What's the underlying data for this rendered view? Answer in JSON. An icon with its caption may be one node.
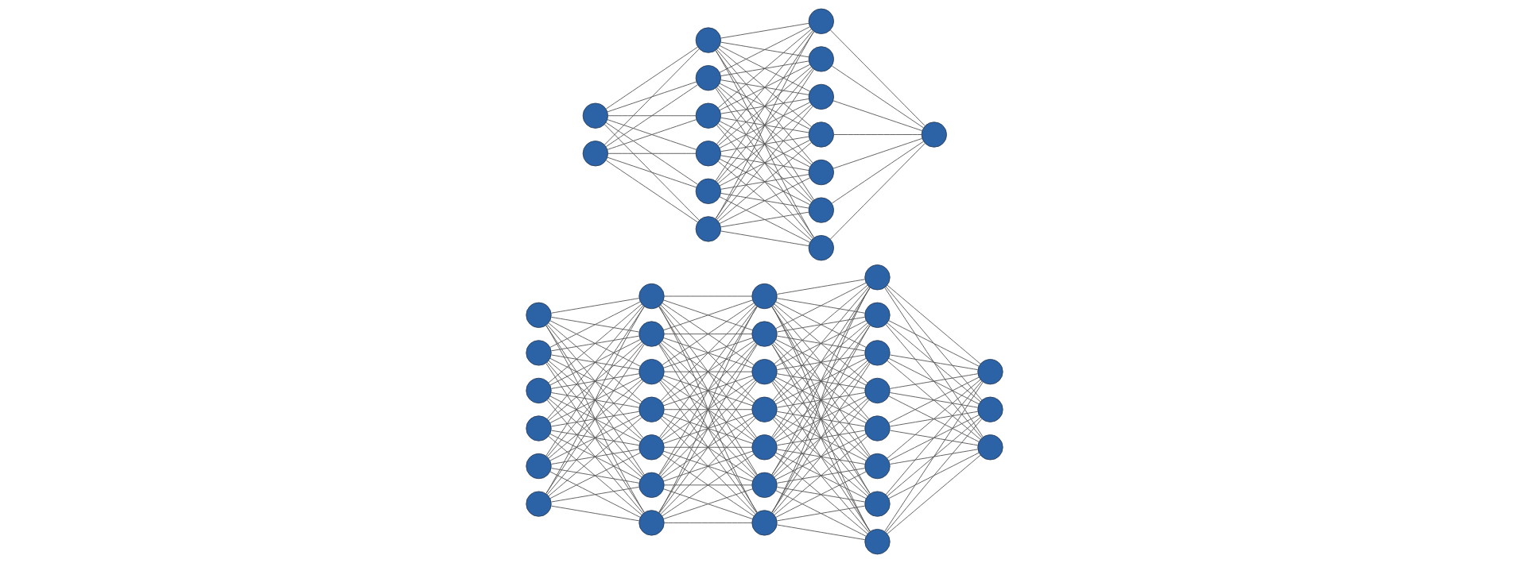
{
  "diagram": {
    "nodes": [
      {
        "text": [],
        "shape": "circle"
      },
      {
        "text": [],
        "shape": "circle"
      },
      {
        "text": [],
        "shape": "circle"
      },
      {
        "text": [],
        "shape": "circle"
      },
      {
        "text": [],
        "shape": "circle"
      },
      {
        "text": [],
        "shape": "circle"
      },
      {
        "text": [],
        "shape": "circle"
      },
      {
        "text": [],
        "shape": "circle"
      },
      {
        "text": [],
        "shape": "circle"
      },
      {
        "text": [],
        "shape": "circle"
      },
      {
        "text": [],
        "shape": "circle"
      },
      {
        "text": [],
        "shape": "circle"
      },
      {
        "text": [],
        "shape": "circle"
      },
      {
        "text": [],
        "shape": "circle"
      },
      {
        "text": [],
        "shape": "circle"
      },
      {
        "text": [],
        "shape": "circle"
      },
      {
        "text": [],
        "shape": "circle"
      },
      {
        "text": [],
        "shape": "circle"
      },
      {
        "text": [],
        "shape": "circle"
      },
      {
        "text": [],
        "shape": "circle"
      },
      {
        "text": [],
        "shape": "circle"
      },
      {
        "text": [],
        "shape": "circle"
      },
      {
        "text": [],
        "shape": "circle"
      },
      {
        "text": [],
        "shape": "circle"
      },
      {
        "text": [],
        "shape": "circle"
      },
      {
        "text": [],
        "shape": "circle"
      },
      {
        "text": [],
        "shape": "circle"
      },
      {
        "text": [],
        "shape": "circle"
      },
      {
        "text": [],
        "shape": "circle"
      },
      {
        "text": [],
        "shape": "circle"
      },
      {
        "text": [],
        "shape": "circle"
      },
      {
        "text": [],
        "shape": "circle"
      },
      {
        "text": [],
        "shape": "circle"
      },
      {
        "text": [],
        "shape": "circle"
      },
      {
        "text": [],
        "shape": "circle"
      },
      {
        "text": [],
        "shape": "circle"
      },
      {
        "text": [],
        "shape": "circle"
      },
      {
        "text": [],
        "shape": "circle"
      },
      {
        "text": [],
        "shape": "circle"
      },
      {
        "text": [],
        "shape": "circle"
      },
      {
        "text": [],
        "shape": "circle"
      },
      {
        "text": [],
        "shape": "circle"
      },
      {
        "text": [],
        "shape": "circle"
      },
      {
        "text": [],
        "shape": "circle"
      },
      {
        "text": [],
        "shape": "circle"
      },
      {
        "text": [],
        "shape": "circle"
      },
      {
        "text": [],
        "shape": "circle"
      }
    ],
    "edges": [
      {
        "from": 0,
        "to": 2,
        "arrow": "none"
      },
      {
        "from": 0,
        "to": 3,
        "arrow": "none"
      },
      {
        "from": 0,
        "to": 4,
        "arrow": "none"
      },
      {
        "from": 0,
        "to": 5,
        "arrow": "none"
      },
      {
        "from": 0,
        "to": 6,
        "arrow": "none"
      },
      {
        "from": 0,
        "to": 7,
        "arrow": "none"
      },
      {
        "from": 1,
        "to": 2,
        "arrow": "none"
      },
      {
        "from": 1,
        "to": 3,
        "arrow": "none"
      },
      {
        "from": 1,
        "to": 4,
        "arrow": "none"
      },
      {
        "from": 1,
        "to": 5,
        "arrow": "none"
      },
      {
        "from": 1,
        "to": 6,
        "arrow": "none"
      },
      {
        "from": 1,
        "to": 7,
        "arrow": "none"
      },
      {
        "from": 2,
        "to": 8,
        "arrow": "none"
      },
      {
        "from": 2,
        "to": 9,
        "arrow": "none"
      },
      {
        "from": 2,
        "to": 10,
        "arrow": "none"
      },
      {
        "from": 2,
        "to": 11,
        "arrow": "none"
      },
      {
        "from": 2,
        "to": 12,
        "arrow": "none"
      },
      {
        "from": 2,
        "to": 13,
        "arrow": "none"
      },
      {
        "from": 2,
        "to": 14,
        "arrow": "none"
      },
      {
        "from": 3,
        "to": 8,
        "arrow": "none"
      },
      {
        "from": 3,
        "to": 9,
        "arrow": "none"
      },
      {
        "from": 3,
        "to": 10,
        "arrow": "none"
      },
      {
        "from": 3,
        "to": 11,
        "arrow": "none"
      },
      {
        "from": 3,
        "to": 12,
        "arrow": "none"
      },
      {
        "from": 3,
        "to": 13,
        "arrow": "none"
      },
      {
        "from": 3,
        "to": 14,
        "arrow": "none"
      },
      {
        "from": 4,
        "to": 8,
        "arrow": "none"
      },
      {
        "from": 4,
        "to": 9,
        "arrow": "none"
      },
      {
        "from": 4,
        "to": 10,
        "arrow": "none"
      },
      {
        "from": 4,
        "to": 11,
        "arrow": "none"
      },
      {
        "from": 4,
        "to": 12,
        "arrow": "none"
      },
      {
        "from": 4,
        "to": 13,
        "arrow": "none"
      },
      {
        "from": 4,
        "to": 14,
        "arrow": "none"
      },
      {
        "from": 5,
        "to": 8,
        "arrow": "none"
      },
      {
        "from": 5,
        "to": 9,
        "arrow": "none"
      },
      {
        "from": 5,
        "to": 10,
        "arrow": "none"
      },
      {
        "from": 5,
        "to": 11,
        "arrow": "none"
      },
      {
        "from": 5,
        "to": 12,
        "arrow": "none"
      },
      {
        "from": 5,
        "to": 13,
        "arrow": "none"
      },
      {
        "from": 5,
        "to": 14,
        "arrow": "none"
      },
      {
        "from": 6,
        "to": 8,
        "arrow": "none"
      },
      {
        "from": 6,
        "to": 9,
        "arrow": "none"
      },
      {
        "from": 6,
        "to": 10,
        "arrow": "none"
      },
      {
        "from": 6,
        "to": 11,
        "arrow": "none"
      },
      {
        "from": 6,
        "to": 12,
        "arrow": "none"
      },
      {
        "from": 6,
        "to": 13,
        "arrow": "none"
      },
      {
        "from": 6,
        "to": 14,
        "arrow": "none"
      },
      {
        "from": 7,
        "to": 8,
        "arrow": "none"
      },
      {
        "from": 7,
        "to": 9,
        "arrow": "none"
      },
      {
        "from": 7,
        "to": 10,
        "arrow": "none"
      },
      {
        "from": 7,
        "to": 11,
        "arrow": "none"
      },
      {
        "from": 7,
        "to": 12,
        "arrow": "none"
      },
      {
        "from": 7,
        "to": 13,
        "arrow": "none"
      },
      {
        "from": 7,
        "to": 14,
        "arrow": "none"
      },
      {
        "from": 8,
        "to": 15,
        "arrow": "none"
      },
      {
        "from": 9,
        "to": 15,
        "arrow": "none"
      },
      {
        "from": 10,
        "to": 15,
        "arrow": "none"
      },
      {
        "from": 11,
        "to": 15,
        "arrow": "none"
      },
      {
        "from": 12,
        "to": 15,
        "arrow": "none"
      },
      {
        "from": 13,
        "to": 15,
        "arrow": "none"
      },
      {
        "from": 14,
        "to": 15,
        "arrow": "none"
      },
      {
        "from": 16,
        "to": 22,
        "arrow": "none"
      },
      {
        "from": 16,
        "to": 23,
        "arrow": "none"
      },
      {
        "from": 16,
        "to": 24,
        "arrow": "none"
      },
      {
        "from": 16,
        "to": 25,
        "arrow": "none"
      },
      {
        "from": 16,
        "to": 26,
        "arrow": "none"
      },
      {
        "from": 16,
        "to": 27,
        "arrow": "none"
      },
      {
        "from": 16,
        "to": 28,
        "arrow": "none"
      },
      {
        "from": 17,
        "to": 22,
        "arrow": "none"
      },
      {
        "from": 17,
        "to": 23,
        "arrow": "none"
      },
      {
        "from": 17,
        "to": 24,
        "arrow": "none"
      },
      {
        "from": 17,
        "to": 25,
        "arrow": "none"
      },
      {
        "from": 17,
        "to": 26,
        "arrow": "none"
      },
      {
        "from": 17,
        "to": 27,
        "arrow": "none"
      },
      {
        "from": 17,
        "to": 28,
        "arrow": "none"
      },
      {
        "from": 18,
        "to": 22,
        "arrow": "none"
      },
      {
        "from": 18,
        "to": 23,
        "arrow": "none"
      },
      {
        "from": 18,
        "to": 24,
        "arrow": "none"
      },
      {
        "from": 18,
        "to": 25,
        "arrow": "none"
      },
      {
        "from": 18,
        "to": 26,
        "arrow": "none"
      },
      {
        "from": 18,
        "to": 27,
        "arrow": "none"
      },
      {
        "from": 18,
        "to": 28,
        "arrow": "none"
      },
      {
        "from": 19,
        "to": 22,
        "arrow": "none"
      },
      {
        "from": 19,
        "to": 23,
        "arrow": "none"
      },
      {
        "from": 19,
        "to": 24,
        "arrow": "none"
      },
      {
        "from": 19,
        "to": 25,
        "arrow": "none"
      },
      {
        "from": 19,
        "to": 26,
        "arrow": "none"
      },
      {
        "from": 19,
        "to": 27,
        "arrow": "none"
      },
      {
        "from": 19,
        "to": 28,
        "arrow": "none"
      },
      {
        "from": 20,
        "to": 22,
        "arrow": "none"
      },
      {
        "from": 20,
        "to": 23,
        "arrow": "none"
      },
      {
        "from": 20,
        "to": 24,
        "arrow": "none"
      },
      {
        "from": 20,
        "to": 25,
        "arrow": "none"
      },
      {
        "from": 20,
        "to": 26,
        "arrow": "none"
      },
      {
        "from": 20,
        "to": 27,
        "arrow": "none"
      },
      {
        "from": 20,
        "to": 28,
        "arrow": "none"
      },
      {
        "from": 21,
        "to": 22,
        "arrow": "none"
      },
      {
        "from": 21,
        "to": 23,
        "arrow": "none"
      },
      {
        "from": 21,
        "to": 24,
        "arrow": "none"
      },
      {
        "from": 21,
        "to": 25,
        "arrow": "none"
      },
      {
        "from": 21,
        "to": 26,
        "arrow": "none"
      },
      {
        "from": 21,
        "to": 27,
        "arrow": "none"
      },
      {
        "from": 21,
        "to": 28,
        "arrow": "none"
      },
      {
        "from": 22,
        "to": 29,
        "arrow": "none"
      },
      {
        "from": 22,
        "to": 30,
        "arrow": "none"
      },
      {
        "from": 22,
        "to": 31,
        "arrow": "none"
      },
      {
        "from": 22,
        "to": 32,
        "arrow": "none"
      },
      {
        "from": 22,
        "to": 33,
        "arrow": "none"
      },
      {
        "from": 22,
        "to": 34,
        "arrow": "none"
      },
      {
        "from": 22,
        "to": 35,
        "arrow": "none"
      },
      {
        "from": 23,
        "to": 29,
        "arrow": "none"
      },
      {
        "from": 23,
        "to": 30,
        "arrow": "none"
      },
      {
        "from": 23,
        "to": 31,
        "arrow": "none"
      },
      {
        "from": 23,
        "to": 32,
        "arrow": "none"
      },
      {
        "from": 23,
        "to": 33,
        "arrow": "none"
      },
      {
        "from": 23,
        "to": 34,
        "arrow": "none"
      },
      {
        "from": 23,
        "to": 35,
        "arrow": "none"
      },
      {
        "from": 24,
        "to": 29,
        "arrow": "none"
      },
      {
        "from": 24,
        "to": 30,
        "arrow": "none"
      },
      {
        "from": 24,
        "to": 31,
        "arrow": "none"
      },
      {
        "from": 24,
        "to": 32,
        "arrow": "none"
      },
      {
        "from": 24,
        "to": 33,
        "arrow": "none"
      },
      {
        "from": 24,
        "to": 34,
        "arrow": "none"
      },
      {
        "from": 24,
        "to": 35,
        "arrow": "none"
      },
      {
        "from": 25,
        "to": 29,
        "arrow": "none"
      },
      {
        "from": 25,
        "to": 30,
        "arrow": "none"
      },
      {
        "from": 25,
        "to": 31,
        "arrow": "none"
      },
      {
        "from": 25,
        "to": 32,
        "arrow": "none"
      },
      {
        "from": 25,
        "to": 33,
        "arrow": "none"
      },
      {
        "from": 25,
        "to": 34,
        "arrow": "none"
      },
      {
        "from": 25,
        "to": 35,
        "arrow": "none"
      },
      {
        "from": 26,
        "to": 29,
        "arrow": "none"
      },
      {
        "from": 26,
        "to": 30,
        "arrow": "none"
      },
      {
        "from": 26,
        "to": 31,
        "arrow": "none"
      },
      {
        "from": 26,
        "to": 32,
        "arrow": "none"
      },
      {
        "from": 26,
        "to": 33,
        "arrow": "none"
      },
      {
        "from": 26,
        "to": 34,
        "arrow": "none"
      },
      {
        "from": 26,
        "to": 35,
        "arrow": "none"
      },
      {
        "from": 27,
        "to": 29,
        "arrow": "none"
      },
      {
        "from": 27,
        "to": 30,
        "arrow": "none"
      },
      {
        "from": 27,
        "to": 31,
        "arrow": "none"
      },
      {
        "from": 27,
        "to": 32,
        "arrow": "none"
      },
      {
        "from": 27,
        "to": 33,
        "arrow": "none"
      },
      {
        "from": 27,
        "to": 34,
        "arrow": "none"
      },
      {
        "from": 27,
        "to": 35,
        "arrow": "none"
      },
      {
        "from": 28,
        "to": 29,
        "arrow": "none"
      },
      {
        "from": 28,
        "to": 30,
        "arrow": "none"
      },
      {
        "from": 28,
        "to": 31,
        "arrow": "none"
      },
      {
        "from": 28,
        "to": 32,
        "arrow": "none"
      },
      {
        "from": 28,
        "to": 33,
        "arrow": "none"
      },
      {
        "from": 28,
        "to": 34,
        "arrow": "none"
      },
      {
        "from": 28,
        "to": 35,
        "arrow": "none"
      },
      {
        "from": 29,
        "to": 36,
        "arrow": "none"
      },
      {
        "from": 29,
        "to": 37,
        "arrow": "none"
      },
      {
        "from": 29,
        "to": 38,
        "arrow": "none"
      },
      {
        "from": 29,
        "to": 39,
        "arrow": "none"
      },
      {
        "from": 29,
        "to": 40,
        "arrow": "none"
      },
      {
        "from": 29,
        "to": 41,
        "arrow": "none"
      },
      {
        "from": 29,
        "to": 42,
        "arrow": "none"
      },
      {
        "from": 29,
        "to": 43,
        "arrow": "none"
      },
      {
        "from": 30,
        "to": 36,
        "arrow": "none"
      },
      {
        "from": 30,
        "to": 37,
        "arrow": "none"
      },
      {
        "from": 30,
        "to": 38,
        "arrow": "none"
      },
      {
        "from": 30,
        "to": 39,
        "arrow": "none"
      },
      {
        "from": 30,
        "to": 40,
        "arrow": "none"
      },
      {
        "from": 30,
        "to": 41,
        "arrow": "none"
      },
      {
        "from": 30,
        "to": 42,
        "arrow": "none"
      },
      {
        "from": 30,
        "to": 43,
        "arrow": "none"
      },
      {
        "from": 31,
        "to": 36,
        "arrow": "none"
      },
      {
        "from": 31,
        "to": 37,
        "arrow": "none"
      },
      {
        "from": 31,
        "to": 38,
        "arrow": "none"
      },
      {
        "from": 31,
        "to": 39,
        "arrow": "none"
      },
      {
        "from": 31,
        "to": 40,
        "arrow": "none"
      },
      {
        "from": 31,
        "to": 41,
        "arrow": "none"
      },
      {
        "from": 31,
        "to": 42,
        "arrow": "none"
      },
      {
        "from": 31,
        "to": 43,
        "arrow": "none"
      },
      {
        "from": 32,
        "to": 36,
        "arrow": "none"
      },
      {
        "from": 32,
        "to": 37,
        "arrow": "none"
      },
      {
        "from": 32,
        "to": 38,
        "arrow": "none"
      },
      {
        "from": 32,
        "to": 39,
        "arrow": "none"
      },
      {
        "from": 32,
        "to": 40,
        "arrow": "none"
      },
      {
        "from": 32,
        "to": 41,
        "arrow": "none"
      },
      {
        "from": 32,
        "to": 42,
        "arrow": "none"
      },
      {
        "from": 32,
        "to": 43,
        "arrow": "none"
      },
      {
        "from": 33,
        "to": 36,
        "arrow": "none"
      },
      {
        "from": 33,
        "to": 37,
        "arrow": "none"
      },
      {
        "from": 33,
        "to": 38,
        "arrow": "none"
      },
      {
        "from": 33,
        "to": 39,
        "arrow": "none"
      },
      {
        "from": 33,
        "to": 40,
        "arrow": "none"
      },
      {
        "from": 33,
        "to": 41,
        "arrow": "none"
      },
      {
        "from": 33,
        "to": 42,
        "arrow": "none"
      },
      {
        "from": 33,
        "to": 43,
        "arrow": "none"
      },
      {
        "from": 34,
        "to": 36,
        "arrow": "none"
      },
      {
        "from": 34,
        "to": 37,
        "arrow": "none"
      },
      {
        "from": 34,
        "to": 38,
        "arrow": "none"
      },
      {
        "from": 34,
        "to": 39,
        "arrow": "none"
      },
      {
        "from": 34,
        "to": 40,
        "arrow": "none"
      },
      {
        "from": 34,
        "to": 41,
        "arrow": "none"
      },
      {
        "from": 34,
        "to": 42,
        "arrow": "none"
      },
      {
        "from": 34,
        "to": 43,
        "arrow": "none"
      },
      {
        "from": 35,
        "to": 36,
        "arrow": "none"
      },
      {
        "from": 35,
        "to": 37,
        "arrow": "none"
      },
      {
        "from": 35,
        "to": 38,
        "arrow": "none"
      },
      {
        "from": 35,
        "to": 39,
        "arrow": "none"
      },
      {
        "from": 35,
        "to": 40,
        "arrow": "none"
      },
      {
        "from": 35,
        "to": 41,
        "arrow": "none"
      },
      {
        "from": 35,
        "to": 42,
        "arrow": "none"
      },
      {
        "from": 35,
        "to": 43,
        "arrow": "none"
      },
      {
        "from": 36,
        "to": 44,
        "arrow": "none"
      },
      {
        "from": 36,
        "to": 45,
        "arrow": "none"
      },
      {
        "from": 36,
        "to": 46,
        "arrow": "none"
      },
      {
        "from": 37,
        "to": 44,
        "arrow": "none"
      },
      {
        "from": 37,
        "to": 45,
        "arrow": "none"
      },
      {
        "from": 37,
        "to": 46,
        "arrow": "none"
      },
      {
        "from": 38,
        "to": 44,
        "arrow": "none"
      },
      {
        "from": 38,
        "to": 45,
        "arrow": "none"
      },
      {
        "from": 38,
        "to": 46,
        "arrow": "none"
      },
      {
        "from": 39,
        "to": 44,
        "arrow": "none"
      },
      {
        "from": 39,
        "to": 45,
        "arrow": "none"
      },
      {
        "from": 39,
        "to": 46,
        "arrow": "none"
      },
      {
        "from": 40,
        "to": 44,
        "arrow": "none"
      },
      {
        "from": 40,
        "to": 45,
        "arrow": "none"
      },
      {
        "from": 40,
        "to": 46,
        "arrow": "none"
      },
      {
        "from": 41,
        "to": 44,
        "arrow": "none"
      },
      {
        "from": 41,
        "to": 45,
        "arrow": "none"
      },
      {
        "from": 41,
        "to": 46,
        "arrow": "none"
      },
      {
        "from": 42,
        "to": 44,
        "arrow": "none"
      },
      {
        "from": 42,
        "to": 45,
        "arrow": "none"
      },
      {
        "from": 42,
        "to": 46,
        "arrow": "none"
      },
      {
        "from": 43,
        "to": 44,
        "arrow": "none"
      },
      {
        "from": 43,
        "to": 45,
        "arrow": "none"
      },
      {
        "from": 43,
        "to": 46,
        "arrow": "none"
      }
    ]
  }
}
